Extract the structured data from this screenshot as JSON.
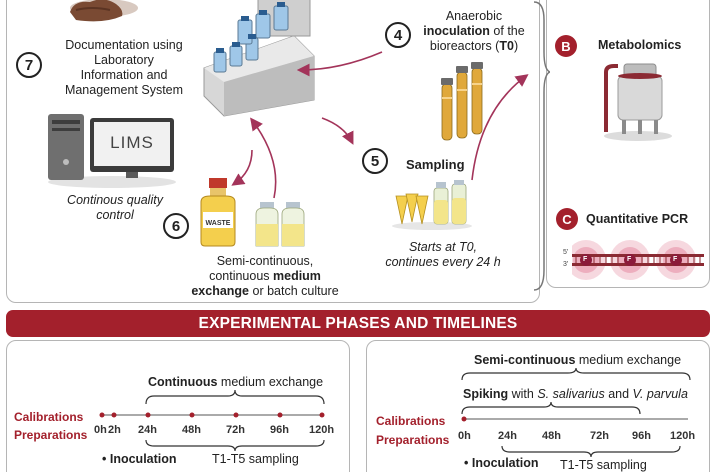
{
  "steps": {
    "s4": {
      "num": "4",
      "pre": "Anaerobic",
      "bold": "inoculation",
      "post": " of the",
      "line3a": "bioreactors (",
      "line3b": "T0",
      "line3c": ")"
    },
    "s5": {
      "num": "5",
      "label": "Sampling",
      "caption_l1": "Starts at T0,",
      "caption_l2": "continues every 24 h"
    },
    "s6": {
      "num": "6",
      "l1": "Semi-continuous,",
      "l2a": "continuous ",
      "l2b": "medium",
      "l3a": "exchange",
      "l3b": " or batch culture",
      "waste_label": "WASTE"
    },
    "s7": {
      "num": "7",
      "l1": "Documentation using",
      "l2": "Laboratory",
      "l3": "Information and",
      "l4": "Management System",
      "caption_l1": "Continous quality",
      "caption_l2": "control",
      "screen_label": "LIMS"
    }
  },
  "analyses": {
    "b": {
      "letter": "B",
      "label": "Metabolomics"
    },
    "c": {
      "letter": "C",
      "label": "Quantitative PCR",
      "probe": "F",
      "strand_top": "5'",
      "strand_bottom": "3'"
    }
  },
  "banner": "EXPERIMENTAL PHASES AND TIMELINES",
  "timeline_left": {
    "header_a": "Continuous",
    "header_b": " medium exchange",
    "calibrations": "Calibrations",
    "preparations": "Preparations",
    "ticks": [
      "0h",
      "2h",
      "24h",
      "48h",
      "72h",
      "96h",
      "120h"
    ],
    "inoculation": "Inoculation",
    "sampling": "T1-T5 sampling"
  },
  "timeline_right": {
    "header_a": "Semi-continuous",
    "header_b": " medium exchange",
    "spiking_a": "Spiking",
    "spiking_b": " with ",
    "spiking_c": "S. salivarius",
    "spiking_d": " and ",
    "spiking_e": "V. parvula",
    "calibrations": "Calibrations",
    "preparations": "Preparations",
    "ticks": [
      "0h",
      "24h",
      "48h",
      "72h",
      "96h",
      "120h"
    ],
    "inoculation": "Inoculation",
    "sampling": "T1-T5 sampling"
  },
  "colors": {
    "accent": "#a3202c",
    "arrow": "#a3345a",
    "glass": "#f4cf4d",
    "liquid": "#f3e58a"
  }
}
